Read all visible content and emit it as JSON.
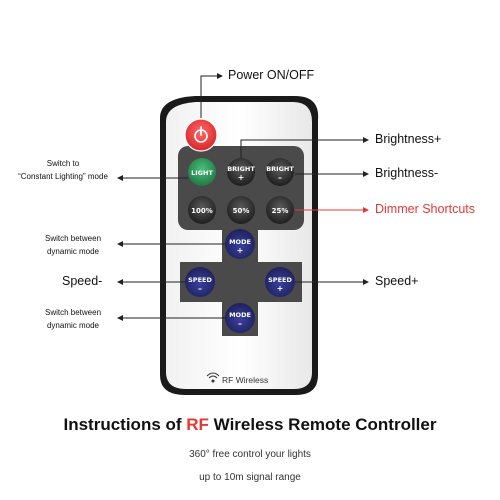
{
  "labels": {
    "power": "Power ON/OFF",
    "brightness_plus": "Brightness+",
    "brightness_minus": "Brightness-",
    "dimmer": "Dimmer Shortcuts",
    "speed_minus": "Speed-",
    "speed_plus": "Speed+",
    "switch_constant_line1": "Switch to",
    "switch_constant_line2": "“Constant Lighting” mode",
    "switch_dynamic_top_line1": "Switch between",
    "switch_dynamic_top_line2": "dynamic mode",
    "switch_dynamic_bottom_line1": "Switch between",
    "switch_dynamic_bottom_line2": "dynamic mode"
  },
  "remote": {
    "buttons": {
      "light": "LIGHT",
      "bright_up_line1": "BRIGHT",
      "bright_up_line2": "+",
      "bright_down_line1": "BRIGHT",
      "bright_down_line2": "–",
      "pct100": "100%",
      "pct50": "50%",
      "pct25": "25%",
      "mode_up_line1": "MODE",
      "mode_up_line2": "+",
      "speed_left_line1": "SPEED",
      "speed_left_line2": "–",
      "speed_right_line1": "SPEED",
      "speed_right_line2": "+",
      "mode_down_line1": "MODE",
      "mode_down_line2": "–"
    },
    "brand": "RF Wireless"
  },
  "title": {
    "part1": "Instructions of ",
    "highlight": "RF",
    "part2": " Wireless Remote Controller"
  },
  "subtitles": {
    "line1": "360° free control your lights",
    "line2": "up to 10m signal range"
  },
  "colors": {
    "power_button": "#e53935",
    "light_button": "#2e9c5a",
    "dark_button": "#3a3a3a",
    "blue_button": "#2b2f7a",
    "accent_red": "#e53935"
  }
}
